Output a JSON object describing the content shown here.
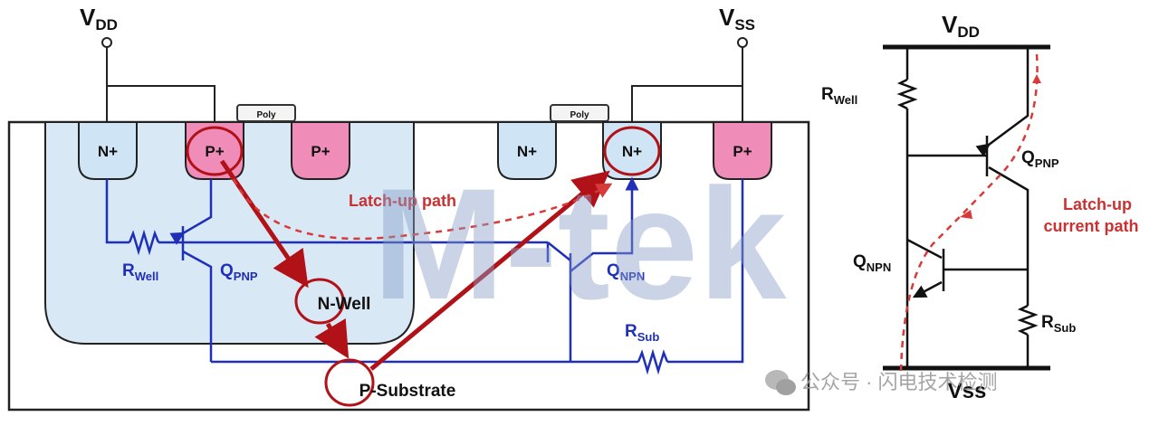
{
  "cross_section": {
    "vdd_label": "V",
    "vdd_sub": "DD",
    "vss_label": "V",
    "vss_sub": "SS",
    "poly_left": "Poly",
    "poly_right": "Poly",
    "diff_nplus_1": "N+",
    "diff_pplus_1": "P+",
    "diff_pplus_2": "P+",
    "diff_nplus_2": "N+",
    "diff_nplus_3": "N+",
    "diff_pplus_3": "P+",
    "nwell_label": "N-Well",
    "psub_label": "P-Substrate",
    "latchup_path_label": "Latch-up path",
    "r_well": "R",
    "r_well_sub": "Well",
    "q_pnp": "Q",
    "q_pnp_sub": "PNP",
    "q_npn": "Q",
    "q_npn_sub": "NPN",
    "r_sub": "R",
    "r_sub_sub": "Sub"
  },
  "schematic": {
    "vdd_label": "V",
    "vdd_sub": "DD",
    "vss_label": "Vss",
    "r_well": "R",
    "r_well_sub": "Well",
    "q_pnp": "Q",
    "q_pnp_sub": "PNP",
    "q_npn": "Q",
    "q_npn_sub": "NPN",
    "r_sub": "R",
    "r_sub_sub": "Sub",
    "latchup_current_line1": "Latch-up",
    "latchup_current_line2": "current path"
  },
  "watermark": {
    "logo_text": "M-tek",
    "source_text": "公众号 · 闪电技术检测"
  },
  "colors": {
    "wire_blue": "#1f2fb8",
    "arrow_red": "#b01218",
    "dashed_red": "#d83a3a",
    "nwell_fill": "#d8e8f5",
    "nplus_fill": "#cfe4f4",
    "pplus_fill": "#f08cb8",
    "watermark": "#8aa0c8"
  }
}
